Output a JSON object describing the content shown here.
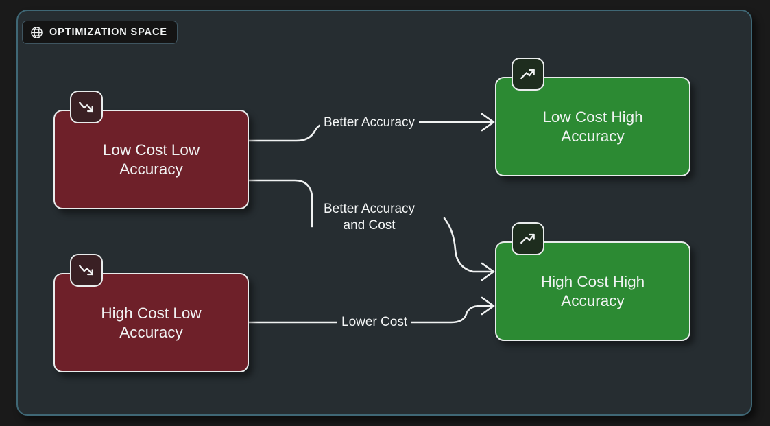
{
  "header": {
    "badge_label": "OPTIMIZATION SPACE",
    "badge_icon": "globe-icon"
  },
  "colors": {
    "page_background": "#1a1a1a",
    "canvas_background": "#262d31",
    "canvas_border": "#3f6775",
    "node_red": "#6e2029",
    "node_green": "#2c8a33",
    "node_border": "#e9ecec",
    "badge_red": "#3a2024",
    "badge_green": "#1e2d1e",
    "edge_stroke": "#f0f2f2",
    "text": "#f1f3f3"
  },
  "nodes": [
    {
      "id": "low-cost-low-accuracy",
      "label": "Low Cost Low\nAccuracy",
      "variant": "red",
      "icon": "trend-down-icon"
    },
    {
      "id": "high-cost-low-accuracy",
      "label": "High Cost Low\nAccuracy",
      "variant": "red",
      "icon": "trend-down-icon"
    },
    {
      "id": "low-cost-high-accuracy",
      "label": "Low Cost High\nAccuracy",
      "variant": "green",
      "icon": "trend-up-icon"
    },
    {
      "id": "high-cost-high-accuracy",
      "label": "High Cost High\nAccuracy",
      "variant": "green",
      "icon": "trend-up-icon"
    }
  ],
  "edges": [
    {
      "id": "edge-better-accuracy",
      "label": "Better Accuracy",
      "from": "low-cost-low-accuracy",
      "to": "low-cost-high-accuracy"
    },
    {
      "id": "edge-better-accuracy-and-cost",
      "label": "Better Accuracy\nand Cost",
      "from": "low-cost-low-accuracy",
      "to": "high-cost-high-accuracy"
    },
    {
      "id": "edge-lower-cost",
      "label": "Lower Cost",
      "from": "high-cost-low-accuracy",
      "to": "high-cost-high-accuracy"
    }
  ]
}
